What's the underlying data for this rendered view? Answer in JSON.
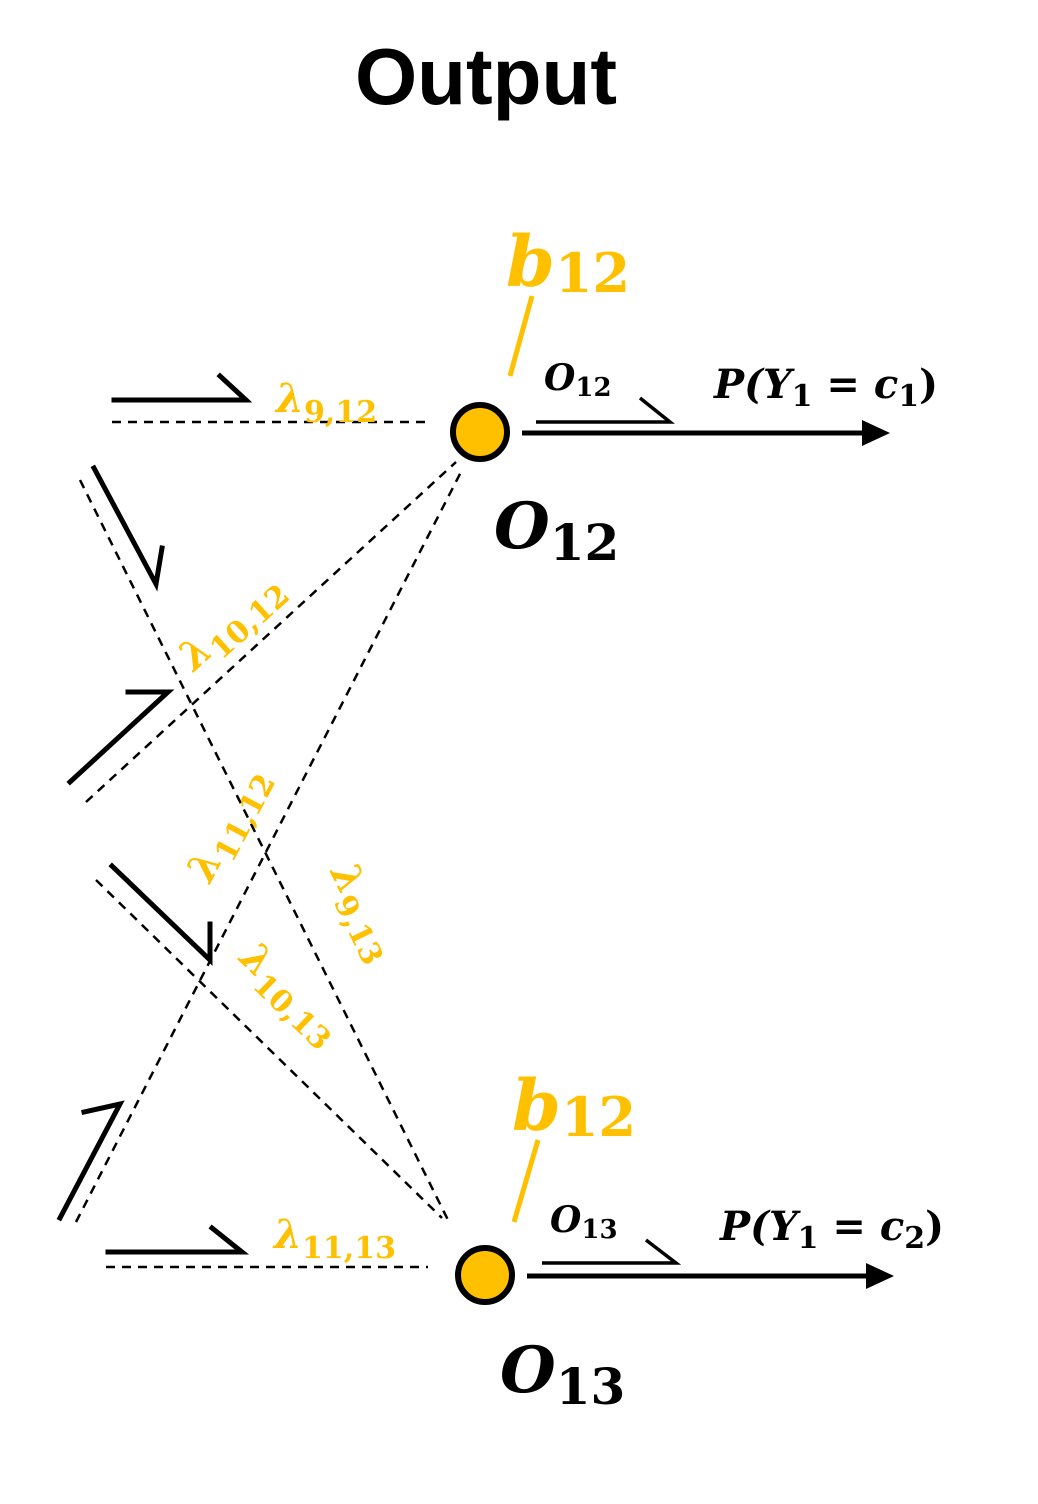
{
  "title": "Output",
  "colors": {
    "accent": "#FFC000",
    "ink": "#000000"
  },
  "nodes": [
    {
      "name": "O",
      "subscript": "12",
      "bias": {
        "name": "b",
        "subscript": "12"
      },
      "output": {
        "name": "O",
        "subscript": "12"
      },
      "probability": {
        "func": "P(",
        "var": "Y",
        "var_sub": "1",
        "eq": " = ",
        "val": "c",
        "val_sub": "1",
        "close": ")"
      }
    },
    {
      "name": "O",
      "subscript": "13",
      "bias": {
        "name": "b",
        "subscript": "12"
      },
      "output": {
        "name": "O",
        "subscript": "13"
      },
      "probability": {
        "func": "P(",
        "var": "Y",
        "var_sub": "1",
        "eq": " = ",
        "val": "c",
        "val_sub": "2",
        "close": ")"
      }
    }
  ],
  "weights": [
    {
      "name": "λ",
      "subscript": "9,12"
    },
    {
      "name": "λ",
      "subscript": "10,12"
    },
    {
      "name": "λ",
      "subscript": "11,12"
    },
    {
      "name": "λ",
      "subscript": "9,13"
    },
    {
      "name": "λ",
      "subscript": "10,13"
    },
    {
      "name": "λ",
      "subscript": "11,13"
    }
  ]
}
